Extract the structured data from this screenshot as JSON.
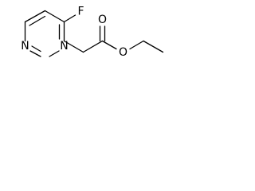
{
  "molecule": {
    "atoms": {
      "n1": "N",
      "n3": "N",
      "f": "F",
      "o_carbonyl": "O",
      "o_ester": "O"
    },
    "bond_color": "#000000",
    "label_color": "#000000"
  }
}
